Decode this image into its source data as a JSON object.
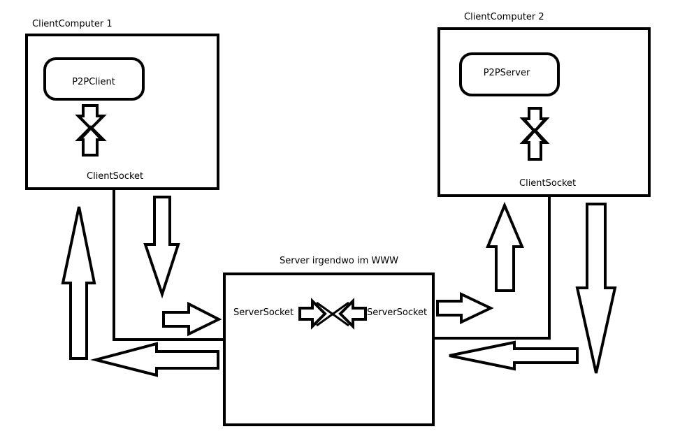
{
  "client1": {
    "title": "ClientComputer 1",
    "app_label": "P2PClient",
    "socket_label": "ClientSocket"
  },
  "client2": {
    "title": "ClientComputer 2",
    "app_label": "P2PServer",
    "socket_label": "ClientSocket"
  },
  "server": {
    "title": "Server irgendwo im WWW",
    "socket_left_label": "ServerSocket",
    "socket_right_label": "ServerSocket"
  },
  "colors": {
    "stroke": "#000000",
    "background": "#ffffff"
  }
}
